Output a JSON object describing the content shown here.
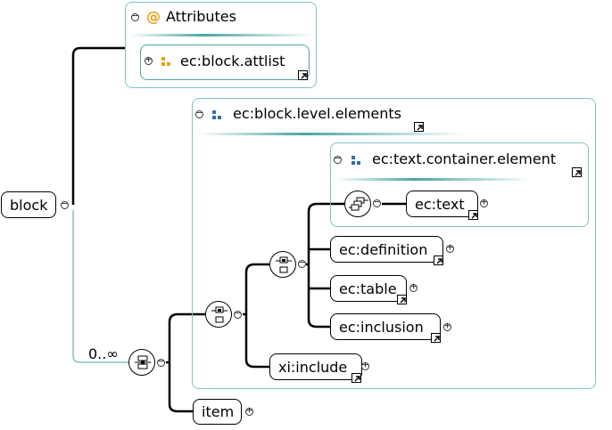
{
  "root": {
    "label": "block"
  },
  "attributes": {
    "title": "Attributes",
    "attlist": {
      "label": "ec:block.attlist",
      "icon_color": "#e8a012"
    }
  },
  "sequence": {
    "occurrence": "0..∞"
  },
  "block_level": {
    "title": "ec:block.level.elements",
    "icon_color": "#2f6eb0",
    "text_container": {
      "title": "ec:text.container.element",
      "icon_color": "#2f6eb0",
      "text": "ec:text"
    },
    "definition": "ec:definition",
    "table": "ec:table",
    "inclusion": "ec:inclusion",
    "xi_include": "xi:include"
  },
  "item": {
    "label": "item"
  },
  "colors": {
    "group_border": "#7fc4c4",
    "connector": "#000000",
    "thin_connector": "#7fc4c4"
  },
  "icons": {
    "collapse": "minus-circle-icon",
    "expand": "plus-circle-icon",
    "reference": "reference-arrow-icon",
    "sequence": "sequence-compositor-icon",
    "choice": "choice-compositor-icon"
  }
}
